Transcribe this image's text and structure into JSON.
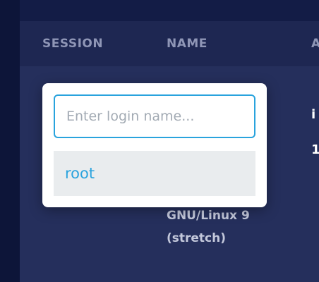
{
  "table": {
    "headers": [
      "SESSION",
      "NAME",
      "A"
    ],
    "row": {
      "cell_partial_top": "i",
      "cell_partial_bottom": "1",
      "os_line1": "GNU/Linux 9",
      "os_line2": "(stretch)"
    }
  },
  "login_popover": {
    "input_placeholder": "Enter login name...",
    "input_value": "",
    "options": [
      "root"
    ]
  }
}
